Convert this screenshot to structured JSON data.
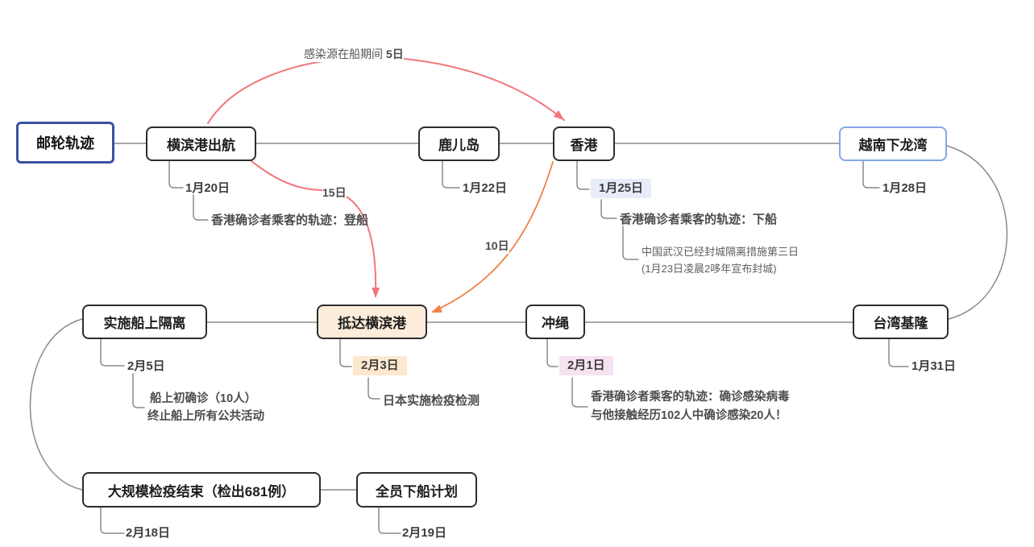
{
  "root": {
    "label": "邮轮轨迹"
  },
  "nodes": {
    "yokohama_departure": {
      "label": "横滨港出航",
      "date": "1月20日",
      "note": "香港确诊者乘客的轨迹：登船"
    },
    "kagoshima": {
      "label": "鹿儿岛",
      "date": "1月22日"
    },
    "hongkong": {
      "label": "香港",
      "date": "1月25日",
      "note": "香港确诊者乘客的轨迹：下船",
      "subnote1": "中国武汉已经封城隔离措施第三日",
      "subnote2": "(1月23日凌晨2哆年宣布封城)"
    },
    "halong_bay": {
      "label": "越南下龙湾",
      "date": "1月28日"
    },
    "keelung": {
      "label": "台湾基隆",
      "date": "1月31日"
    },
    "okinawa": {
      "label": "冲绳",
      "date": "2月1日",
      "note1": "香港确诊者乘客的轨迹：确诊感染病毒",
      "note2": "与他接触经历102人中确诊感染20人！"
    },
    "yokohama_arrival": {
      "label": "抵达横滨港",
      "date": "2月3日",
      "note": "日本实施检疫检测"
    },
    "onboard_quarantine": {
      "label": "实施船上隔离",
      "date": "2月5日",
      "note1": "船上初确诊（10人）",
      "note2": "终止船上所有公共活动"
    },
    "mass_testing_end": {
      "label": "大规模检疫结束（检出681例）",
      "date": "2月18日"
    },
    "full_disembark_plan": {
      "label": "全员下船计划",
      "date": "2月19日"
    }
  },
  "arrows": {
    "infection_source": {
      "text": "感染源在船期间",
      "days": "5日"
    },
    "leg_15_days": {
      "days": "15日"
    },
    "leg_10_days": {
      "days": "10日"
    }
  },
  "colors": {
    "root_border": "#3b51a3",
    "halong_border": "#84a6ea",
    "arrival_fill": "#fcecd9",
    "date_highlight_hongkong": "#e8ecf9",
    "date_highlight_arrival": "#fde8cf",
    "date_highlight_okinawa": "#f6e2f0",
    "connector": "#8a8a8a",
    "pink_arrow": "#f2757d",
    "orange_arrow": "#f08044"
  }
}
